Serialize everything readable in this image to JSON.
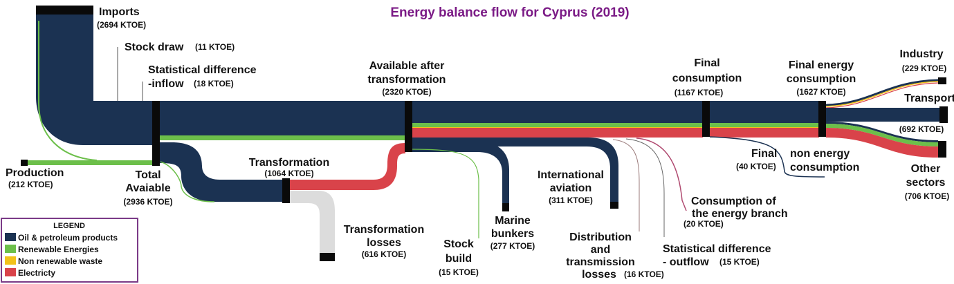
{
  "title": "Energy balance flow for Cyprus (2019)",
  "colors": {
    "oil": "#1b3252",
    "renewable": "#6cbf4a",
    "waste": "#f2c21b",
    "electricity": "#d9434a",
    "losses": "#dcdcdc",
    "node": "#0a0a0a",
    "legend_border": "#7b3a87"
  },
  "legend": {
    "title": "LEGEND",
    "items": [
      {
        "label": "Oil & petroleum products",
        "color": "#1b3252"
      },
      {
        "label": "Renewable Energies",
        "color": "#6cbf4a"
      },
      {
        "label": "Non renewable waste",
        "color": "#f2c21b"
      },
      {
        "label": "Electricty",
        "color": "#d9434a"
      }
    ]
  },
  "nodes": {
    "imports": {
      "name": "Imports",
      "value": "(2694 KTOE)"
    },
    "stock_draw": {
      "name": "Stock draw",
      "value": "(11 KTOE)"
    },
    "stat_diff_in": {
      "name_1": "Statistical difference",
      "name_2": "-inflow",
      "value": "(18 KTOE)"
    },
    "production": {
      "name": "Production",
      "value": "(212 KTOE)"
    },
    "total_available": {
      "name_1": "Total",
      "name_2": "Avaiable",
      "value": "(2936 KTOE)"
    },
    "transformation": {
      "name": "Transformation",
      "value": "(1064 KTOE)"
    },
    "transformation_losses": {
      "name_1": "Transformation",
      "name_2": "losses",
      "value": "(616 KTOE)"
    },
    "available_after": {
      "name_1": "Available after",
      "name_2": "transformation",
      "value": "(2320 KTOE)"
    },
    "stock_build": {
      "name_1": "Stock",
      "name_2": "build",
      "value": "(15 KTOE)"
    },
    "marine_bunkers": {
      "name_1": "Marine",
      "name_2": "bunkers",
      "value": "(277 KTOE)"
    },
    "international_aviation": {
      "name_1": "International",
      "name_2": "aviation",
      "value": "(311 KTOE)"
    },
    "distribution_losses": {
      "name_1": "Distribution",
      "name_2": "and",
      "name_3": "transmission",
      "name_4": "losses",
      "value": "(16 KTOE)"
    },
    "stat_diff_out": {
      "name_1": "Statistical difference",
      "name_2": "- outflow",
      "value": "(15 KTOE)"
    },
    "energy_branch": {
      "name_1": "Consumption of",
      "name_2": "the energy branch",
      "value": "(20 KTOE)"
    },
    "final_consumption": {
      "name_1": "Final",
      "name_2": "consumption",
      "value": "(1167 KTOE)"
    },
    "final_energy": {
      "name_1": "Final energy",
      "name_2": "consumption",
      "value": "(1627 KTOE)"
    },
    "final_non_energy": {
      "name_a": "Final",
      "value": "(40 KTOE)",
      "name_b1": "non energy",
      "name_b2": "consumption"
    },
    "industry": {
      "name": "Industry",
      "value": "(229 KTOE)"
    },
    "transport": {
      "name": "Transport",
      "value": "(692 KTOE)"
    },
    "other_sectors": {
      "name_1": "Other",
      "name_2": "sectors",
      "value": "(706 KTOE)"
    }
  }
}
